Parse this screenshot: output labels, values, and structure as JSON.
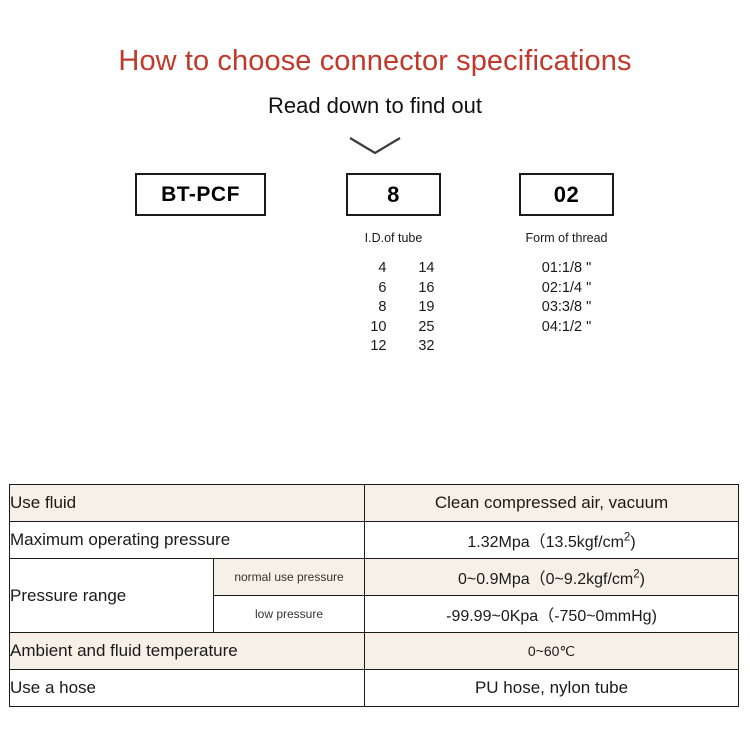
{
  "header": {
    "title": "How to choose connector specifications",
    "subtitle": "Read down to find out",
    "title_color": "#c0392b",
    "chevron_icon": "chevron-down-icon"
  },
  "code_breakdown": {
    "brand": {
      "value": "BT-PCF",
      "label": ""
    },
    "tube_id": {
      "value": "8",
      "label": "I.D.of tube",
      "options": [
        {
          "a": "4",
          "b": "14"
        },
        {
          "a": "6",
          "b": "16"
        },
        {
          "a": "8",
          "b": "19"
        },
        {
          "a": "10",
          "b": "25"
        },
        {
          "a": "12",
          "b": "32"
        }
      ]
    },
    "thread_form": {
      "value": "02",
      "label": "Form of thread",
      "options": [
        "01:1/8 \"",
        "02:1/4 \"",
        "03:3/8 \"",
        "04:1/2 \""
      ]
    }
  },
  "spec_table": {
    "shade_color": "#f7f0e6",
    "rows": [
      {
        "label": "Use fluid",
        "sublabel": null,
        "value": "Clean compressed air, vacuum"
      },
      {
        "label": "Maximum operating pressure",
        "sublabel": null,
        "value_prefix": "1.32Mpa（13.5kgf/cm",
        "value_sup": "2",
        "value_suffix": ")"
      },
      {
        "label": "Pressure range",
        "sublabel": "normal use pressure",
        "value_prefix": "0~0.9Mpa（0~9.2kgf/cm",
        "value_sup": "2",
        "value_suffix": ")"
      },
      {
        "sublabel": "low pressure",
        "value": "-99.99~0Kpa（-750~0mmHg)"
      },
      {
        "label": "Ambient and fluid temperature",
        "sublabel": null,
        "value": "0~60℃"
      },
      {
        "label": "Use a hose",
        "sublabel": null,
        "value": "PU hose, nylon tube"
      }
    ]
  }
}
